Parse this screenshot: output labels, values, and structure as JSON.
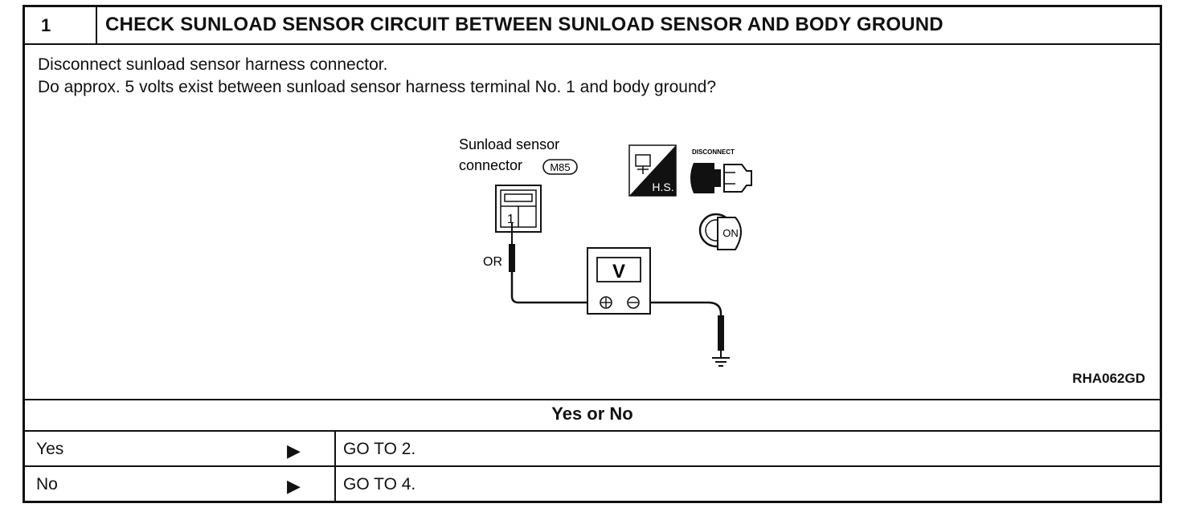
{
  "step": {
    "number": "1",
    "title": "CHECK SUNLOAD SENSOR CIRCUIT BETWEEN SUNLOAD SENSOR AND BODY GROUND"
  },
  "instructions": [
    "Disconnect sunload sensor harness connector.",
    "Do approx. 5 volts exist between sunload sensor harness terminal No. 1 and body ground?"
  ],
  "figure": {
    "connector_label_line1": "Sunload sensor",
    "connector_label_line2": "connector",
    "connector_code": "M85",
    "terminal_number": "1",
    "wire_color": "OR",
    "hs_icon_label": "H.S.",
    "disconnect_label": "DISCONNECT",
    "ignition_label": "ON",
    "meter_label": "V",
    "figure_id": "RHA062GD"
  },
  "question": "Yes or No",
  "options": [
    {
      "label": "Yes",
      "action": "GO TO 2."
    },
    {
      "label": "No",
      "action": "GO TO 4."
    }
  ],
  "arrow_glyph": "▶"
}
